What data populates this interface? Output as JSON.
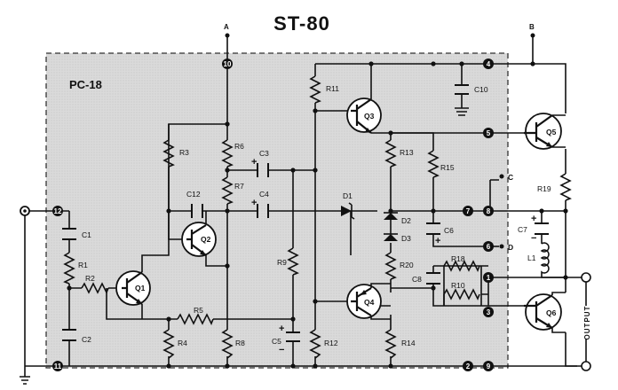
{
  "title": "ST-80",
  "board": "PC-18",
  "output_label": "OUTPUT",
  "terminals": {
    "a": "A",
    "b": "B",
    "c": "C",
    "d": "D"
  },
  "nodes": {
    "n1": "1",
    "n2": "2",
    "n3": "3",
    "n4": "4",
    "n5": "5",
    "n6": "6",
    "n7": "7",
    "n8": "8",
    "n9": "9",
    "n10": "10",
    "n11": "11",
    "n12": "12"
  },
  "resistors": {
    "r1": "R1",
    "r2": "R2",
    "r3": "R3",
    "r4": "R4",
    "r5": "R5",
    "r6": "R6",
    "r7": "R7",
    "r8": "R8",
    "r9": "R9",
    "r10": "R10",
    "r11": "R11",
    "r12": "R12",
    "r13": "R13",
    "r14": "R14",
    "r15": "R15",
    "r18": "R18",
    "r19": "R19",
    "r20": "R20"
  },
  "capacitors": {
    "c1": "C1",
    "c2": "C2",
    "c3": "C3",
    "c4": "C4",
    "c5": "C5",
    "c6": "C6",
    "c7": "C7",
    "c8": "C8",
    "c10": "C10",
    "c12": "C12"
  },
  "transistors": {
    "q1": "Q1",
    "q2": "Q2",
    "q3": "Q3",
    "q4": "Q4",
    "q5": "Q5",
    "q6": "Q6"
  },
  "diodes": {
    "d1": "D1",
    "d2": "D2",
    "d3": "D3"
  },
  "inductor": "L1",
  "polarity": {
    "plus": "+",
    "minus": "−"
  }
}
